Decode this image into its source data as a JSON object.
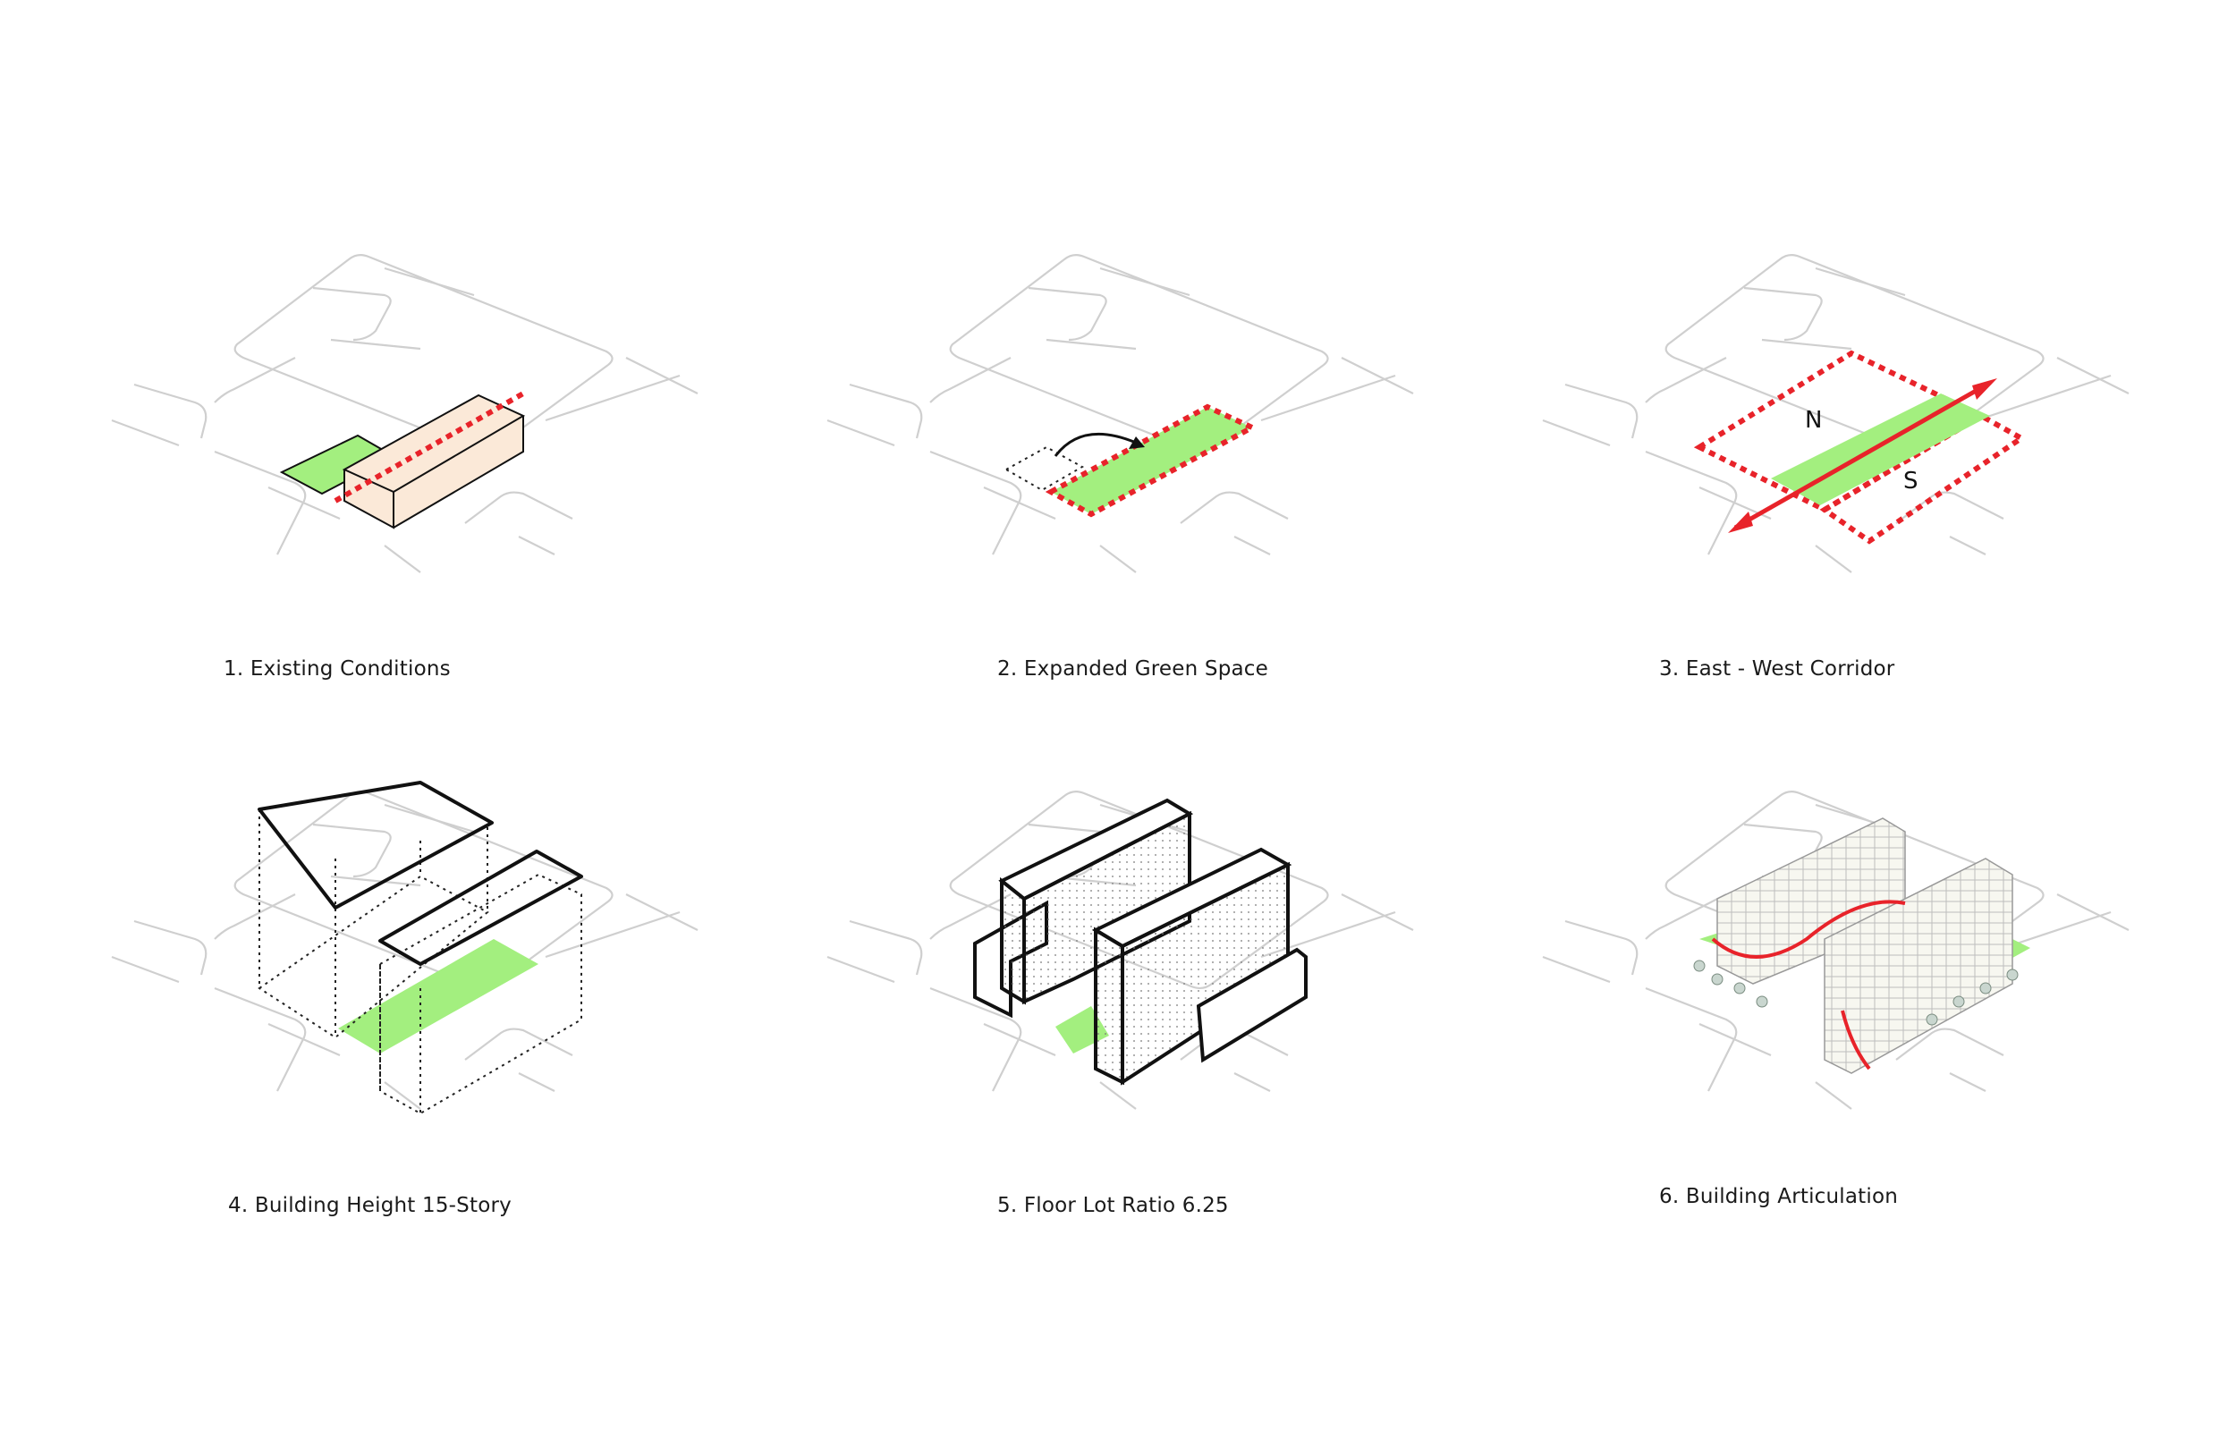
{
  "panels": [
    {
      "caption": "1. Existing Conditions"
    },
    {
      "caption": "2. Expanded Green Space"
    },
    {
      "caption": "3. East - West Corridor"
    },
    {
      "caption": "4. Building Height 15-Story"
    },
    {
      "caption": "5. Floor Lot Ratio 6.25"
    },
    {
      "caption": "6. Building Articulation"
    }
  ],
  "compass": {
    "north": "N",
    "south": "S"
  },
  "colors": {
    "green": "#a3ef7f",
    "red": "#e8232a",
    "building": "#fbe9d8",
    "road": "#cfcfcf"
  }
}
